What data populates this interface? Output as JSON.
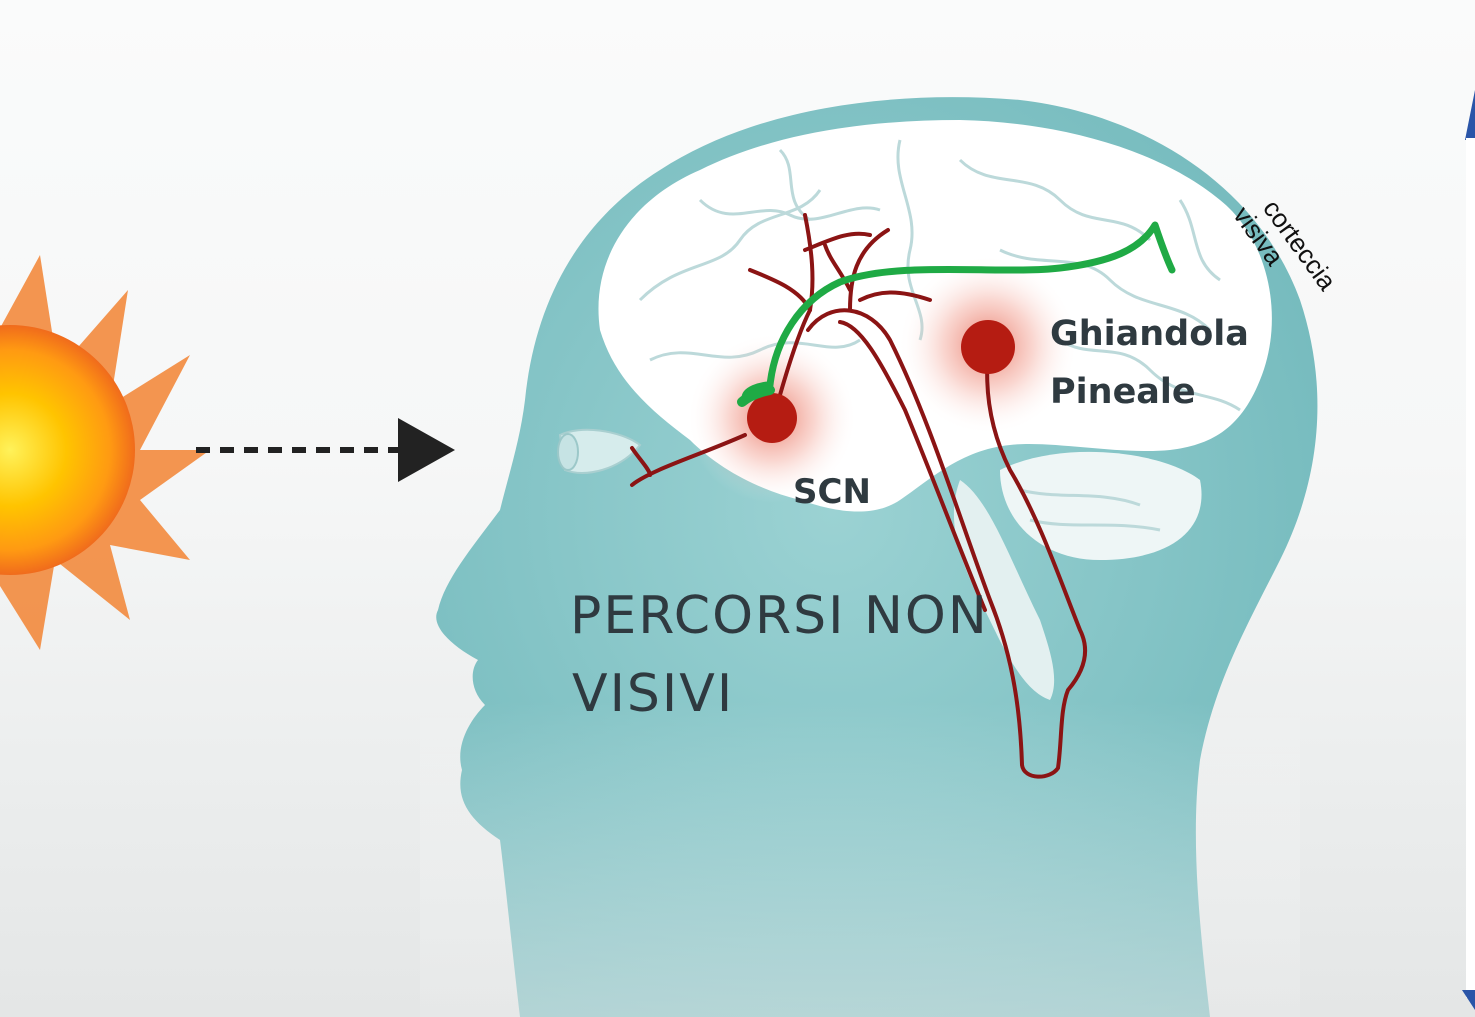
{
  "labels": {
    "scn": "SCN",
    "pineal_line1": "Ghiandola",
    "pineal_line2": "Pineale",
    "cortex_line1": "corteccia",
    "cortex_line2": "visiva",
    "pathway_line1": "PERCORSI NON",
    "pathway_line2": "VISIVI"
  },
  "colors": {
    "head": "#7fc4c6",
    "brain": "#ffffff",
    "nerve": "#8b1414",
    "nucleus": "#b51c12",
    "green_path": "#1faa45",
    "arrow": "#222222",
    "sun_core": "#ffd400",
    "sun_rays": "#f07a22",
    "blue_bar": "#2a55a8"
  },
  "icons": {
    "sun": "sun-icon",
    "arrow": "dotted-arrow-icon",
    "eye": "eye-icon"
  }
}
